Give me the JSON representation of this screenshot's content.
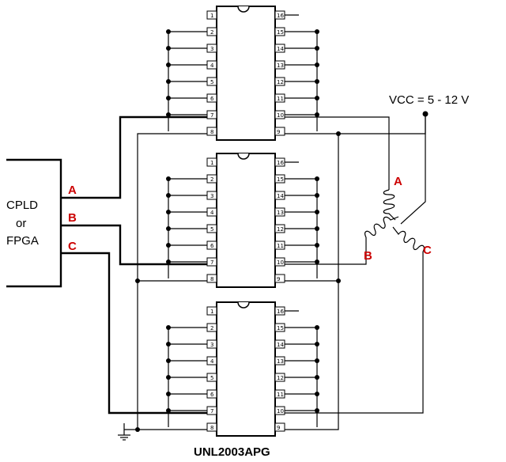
{
  "controller": {
    "line1": "CPLD",
    "line2": "or",
    "line3": "FPGA"
  },
  "channels": [
    "A",
    "B",
    "C"
  ],
  "coils": [
    "A",
    "B",
    "C"
  ],
  "supply": "VCC = 5 - 12 V",
  "chip_name": "UNL2003APG",
  "pins_left": [
    "1",
    "2",
    "3",
    "4",
    "5",
    "6",
    "7",
    "8"
  ],
  "pins_right": [
    "16",
    "15",
    "14",
    "13",
    "12",
    "11",
    "10",
    "9"
  ],
  "chip_count": 3
}
